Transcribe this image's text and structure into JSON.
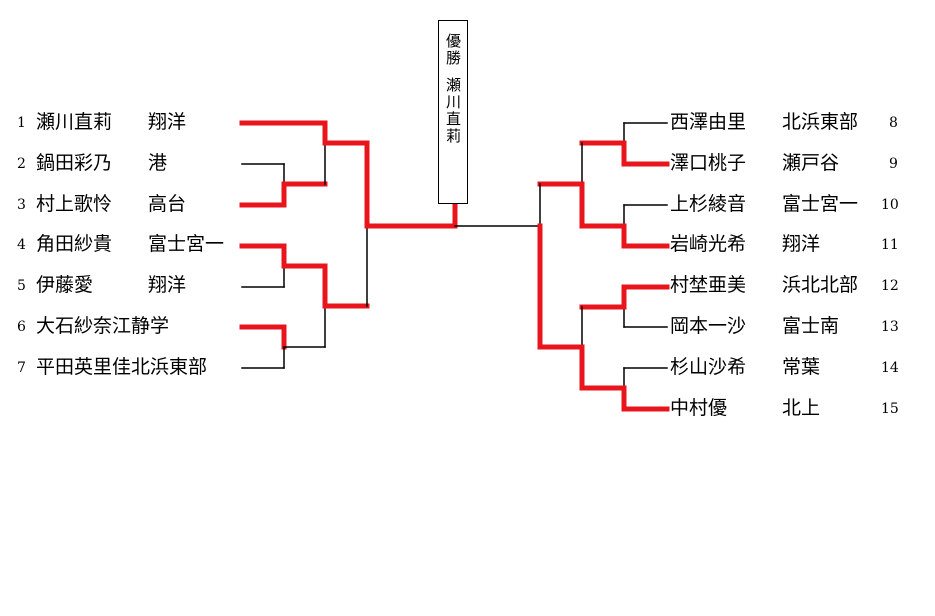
{
  "title": {
    "label": "優勝",
    "winner": "瀬川直莉"
  },
  "colors": {
    "winner_path": "#e8161c",
    "loser_path": "#000000"
  },
  "left": [
    {
      "seed": "1",
      "name": "瀬川直莉",
      "school": "翔洋"
    },
    {
      "seed": "2",
      "name": "鍋田彩乃",
      "school": "港"
    },
    {
      "seed": "3",
      "name": "村上歌怜",
      "school": "高台"
    },
    {
      "seed": "4",
      "name": "角田紗貴",
      "school": "富士宮一"
    },
    {
      "seed": "5",
      "name": "伊藤愛",
      "school": "翔洋"
    },
    {
      "seed": "6",
      "name": "大石紗奈江",
      "school": "静学"
    },
    {
      "seed": "7",
      "name": "平田英里佳",
      "school": "北浜東部"
    }
  ],
  "right": [
    {
      "seed": "8",
      "name": "西澤由里",
      "school": "北浜東部"
    },
    {
      "seed": "9",
      "name": "澤口桃子",
      "school": "瀬戸谷"
    },
    {
      "seed": "10",
      "name": "上杉綾音",
      "school": "富士宮一"
    },
    {
      "seed": "11",
      "name": "岩崎光希",
      "school": "翔洋"
    },
    {
      "seed": "12",
      "name": "村埜亜美",
      "school": "浜北北部"
    },
    {
      "seed": "13",
      "name": "岡本一沙",
      "school": "富士南"
    },
    {
      "seed": "14",
      "name": "杉山沙希",
      "school": "常葉"
    },
    {
      "seed": "15",
      "name": "中村優",
      "school": "北上"
    }
  ]
}
